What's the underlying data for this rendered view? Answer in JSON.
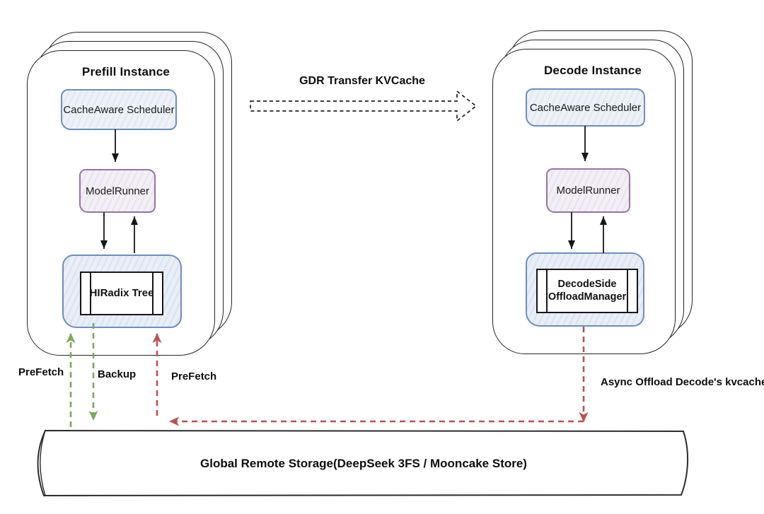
{
  "prefill": {
    "title": "Prefill Instance",
    "scheduler": "CacheAware Scheduler",
    "runner": "ModelRunner",
    "cache": "HIRadix Tree"
  },
  "decode": {
    "title": "Decode Instance",
    "scheduler": "CacheAware Scheduler",
    "runner": "ModelRunner",
    "offload_manager": "DecodeSide OffloadManager"
  },
  "flows": {
    "gdr_transfer": "GDR Transfer KVCache",
    "prefetch_left": "PreFetch",
    "backup": "Backup",
    "prefetch_right": "PreFetch",
    "async_offload": "Async Offload Decode's kvcache"
  },
  "storage": {
    "label": "Global Remote Storage(DeepSeek 3FS / Mooncake Store)"
  },
  "colors": {
    "blue_border": "#6c8ebf",
    "purple_border": "#9673a6",
    "green_flow": "#7da75d",
    "red_flow": "#b85450",
    "black_arrow": "#161616"
  }
}
